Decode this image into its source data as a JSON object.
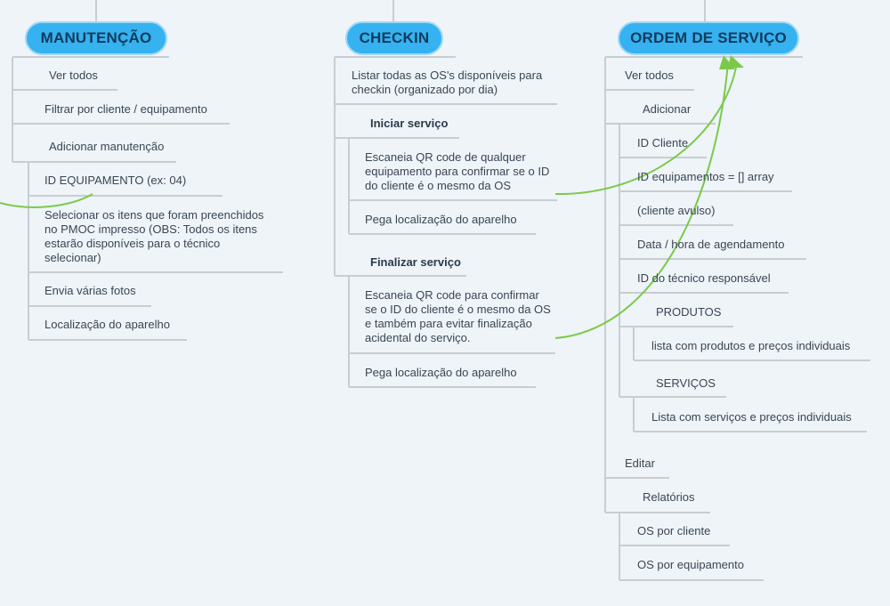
{
  "columns": [
    {
      "title": "MANUTENÇÃO",
      "items": [
        "Ver todos",
        "Filtrar por cliente / equipamento",
        "Adicionar manutenção",
        "ID EQUIPAMENTO (ex: 04)",
        "Selecionar os itens que foram preenchidos no PMOC impresso (OBS: Todos os itens estarão disponíveis para o técnico selecionar)",
        "Envia várias fotos",
        "Localização do aparelho"
      ]
    },
    {
      "title": "CHECKIN",
      "items": [
        "Listar todas as OS's disponíveis para checkin (organizado por dia)",
        "Iniciar serviço",
        "Escaneia QR code de qualquer equipamento para confirmar se o ID do cliente é o mesmo da OS",
        "Pega localização do aparelho",
        "Finalizar serviço",
        "Escaneia QR code para confirmar se o ID do cliente é o mesmo da OS e também para evitar finalização acidental do serviço.",
        "Pega localização do aparelho"
      ]
    },
    {
      "title": "ORDEM DE SERVIÇO",
      "items": [
        "Ver todos",
        "Adicionar",
        "ID Cliente",
        "ID equipamentos = [] array",
        "(cliente avulso)",
        "Data / hora de agendamento",
        "ID do técnico responsável",
        "PRODUTOS",
        "lista com produtos e preços individuais",
        "SERVIÇOS",
        "Lista com serviços e preços individuais",
        "Editar",
        "Relatórios",
        "OS por cliente",
        "OS por equipamento"
      ]
    }
  ],
  "colors": {
    "topic_fill": "#35b2ef",
    "topic_border": "#9fd8f7",
    "branch_line": "#c8cdd2",
    "relationship_line": "#7cc94a",
    "background": "#eef4f8"
  }
}
